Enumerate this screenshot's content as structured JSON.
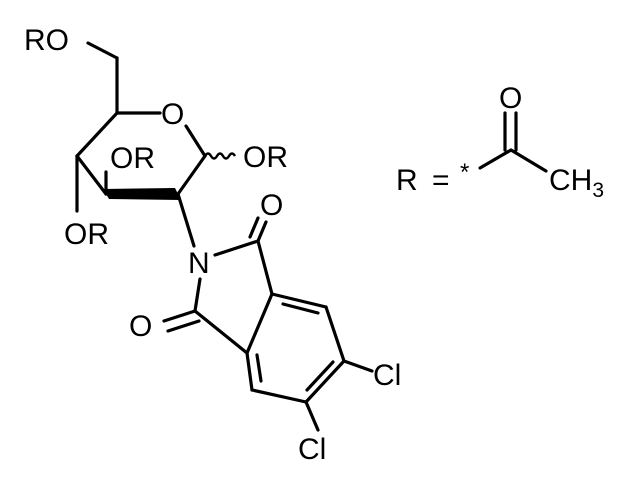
{
  "molecule": {
    "atom_labels": {
      "ro_c6": "RO",
      "ring_oxygen": "O",
      "or_c3": "OR",
      "or_c4": "OR",
      "or_anomeric": "OR",
      "imide_nitrogen": "N",
      "carbonyl_o_top": "O",
      "carbonyl_o_bottom": "O",
      "chlorine_right": "Cl",
      "chlorine_bottom": "Cl"
    }
  },
  "r_definition": {
    "r_label": "R",
    "equals": "=",
    "attachment": "*",
    "carbonyl_o": "O",
    "methyl_c": "CH",
    "methyl_subscript": "3"
  }
}
